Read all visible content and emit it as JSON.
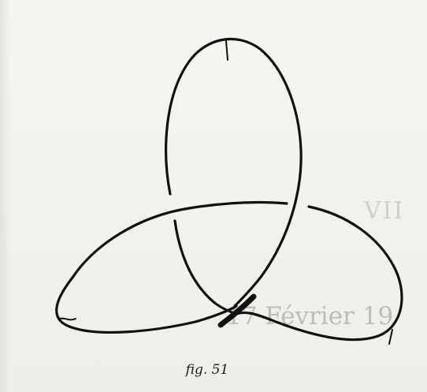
{
  "figure": {
    "caption": "fig. 51"
  },
  "show_through_text": {
    "heading": "VII",
    "date_fragment": "17 Février 19"
  },
  "colors": {
    "paper": "#f4f3ef",
    "ink": "#111111",
    "show_through": "#c9c8c3"
  }
}
